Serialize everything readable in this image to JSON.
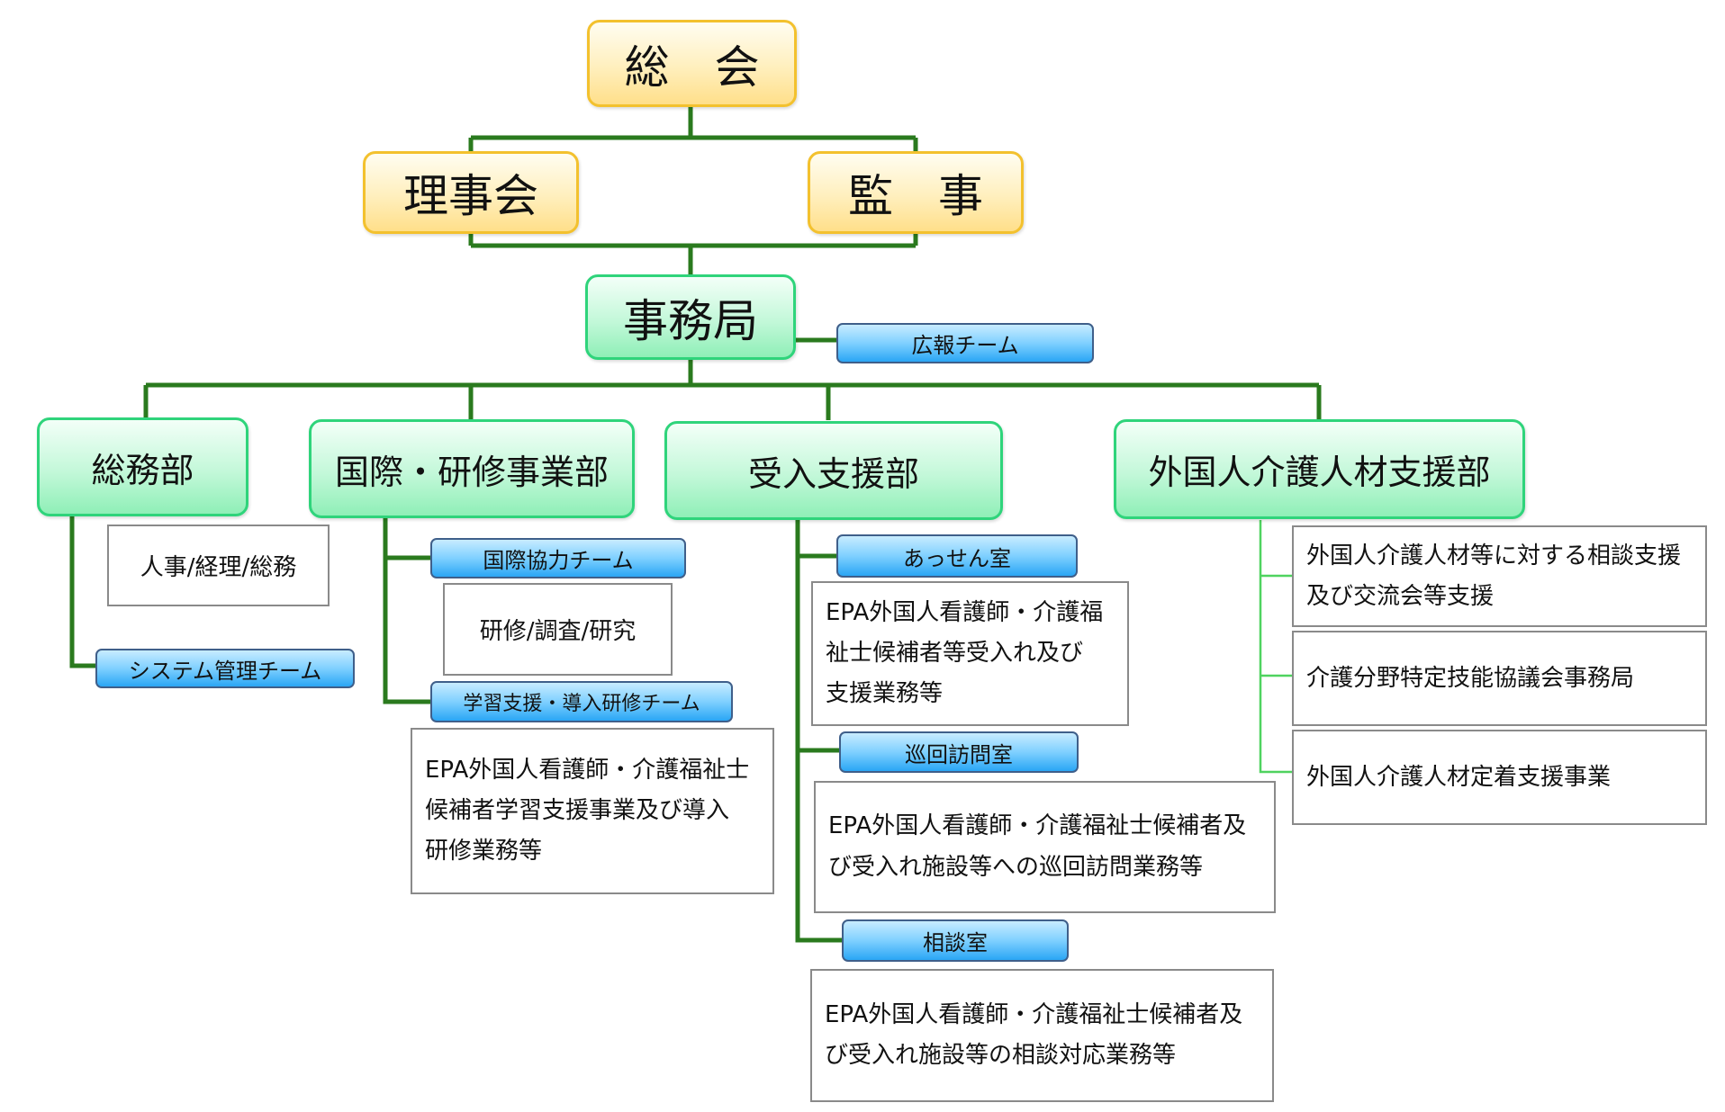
{
  "top": {
    "general_assembly": "総　会",
    "board": "理事会",
    "auditor": "監　事",
    "secretariat": "事務局",
    "pr_team": "広報チーム"
  },
  "departments": {
    "general_affairs": {
      "label": "総務部",
      "box": "人事/経理/総務",
      "team": "システム管理チーム"
    },
    "international": {
      "label": "国際・研修事業部",
      "team1": "国際協力チーム",
      "box1": "研修/調査/研究",
      "team2": "学習支援・導入研修チーム",
      "box2": [
        "EPA外国人看護師・介護福祉士",
        "候補者学習支援事業及び導入",
        "研修業務等"
      ]
    },
    "acceptance": {
      "label": "受入支援部",
      "room1": "あっせん室",
      "box1": [
        "EPA外国人看護師・介護福",
        "祉士候補者等受入れ及び",
        "支援業務等"
      ],
      "room2": "巡回訪問室",
      "box2": [
        "EPA外国人看護師・介護福祉士候補者及",
        "び受入れ施設等への巡回訪問業務等"
      ],
      "room3": "相談室",
      "box3": [
        "EPA外国人看護師・介護福祉士候補者及",
        "び受入れ施設等の相談対応業務等"
      ]
    },
    "foreign_care": {
      "label": "外国人介護人材支援部",
      "box1": [
        "外国人介護人材等に対する相談支援",
        "及び交流会等支援"
      ],
      "box2": "介護分野特定技能協議会事務局",
      "box3": "外国人介護人材定着支援事業"
    }
  },
  "colors": {
    "line": "#2a7a1e",
    "gold_border": "#f3c12e",
    "green_border": "#2fd47b",
    "blue_fill": "#2aa6f5"
  }
}
